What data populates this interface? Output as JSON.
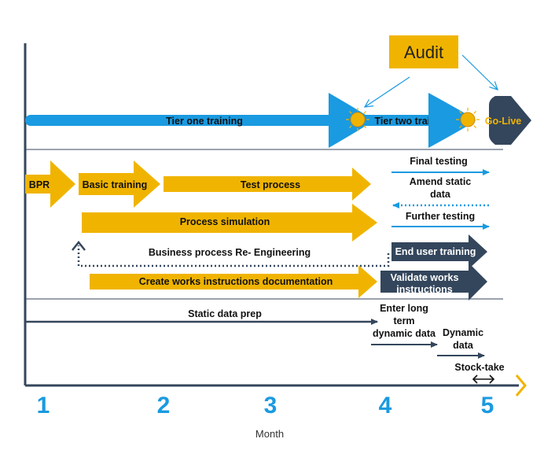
{
  "audit": {
    "label": "Audit"
  },
  "tier_one": {
    "label": "Tier one training"
  },
  "tier_two": {
    "label": "Tier two training"
  },
  "go_live": {
    "label": "Go-Live"
  },
  "tasks": {
    "bpr": "BPR",
    "basic_training": "Basic training",
    "test_process": "Test process",
    "final_testing": "Final testing",
    "amend_static_line1": "Amend static",
    "amend_static_line2": "data",
    "further_testing": "Further testing",
    "process_simulation": "Process simulation",
    "bpr_engineering": "Business process Re- Engineering",
    "end_user_training": "End user training",
    "create_works": "Create works instructions documentation",
    "validate_line1": "Validate works",
    "validate_line2": "instructions",
    "static_data_prep": "Static data prep",
    "enter_long_line1": "Enter long",
    "enter_long_line2": "term",
    "enter_long_line3": "dynamic data",
    "dynamic_line1": "Dynamic",
    "dynamic_line2": "data",
    "stock_take": "Stock-take"
  },
  "axis": {
    "months": [
      "1",
      "2",
      "3",
      "4",
      "5"
    ],
    "label": "Month"
  },
  "colors": {
    "blue": "#1a9ae0",
    "gold": "#f0b400",
    "navy": "#34465c"
  }
}
